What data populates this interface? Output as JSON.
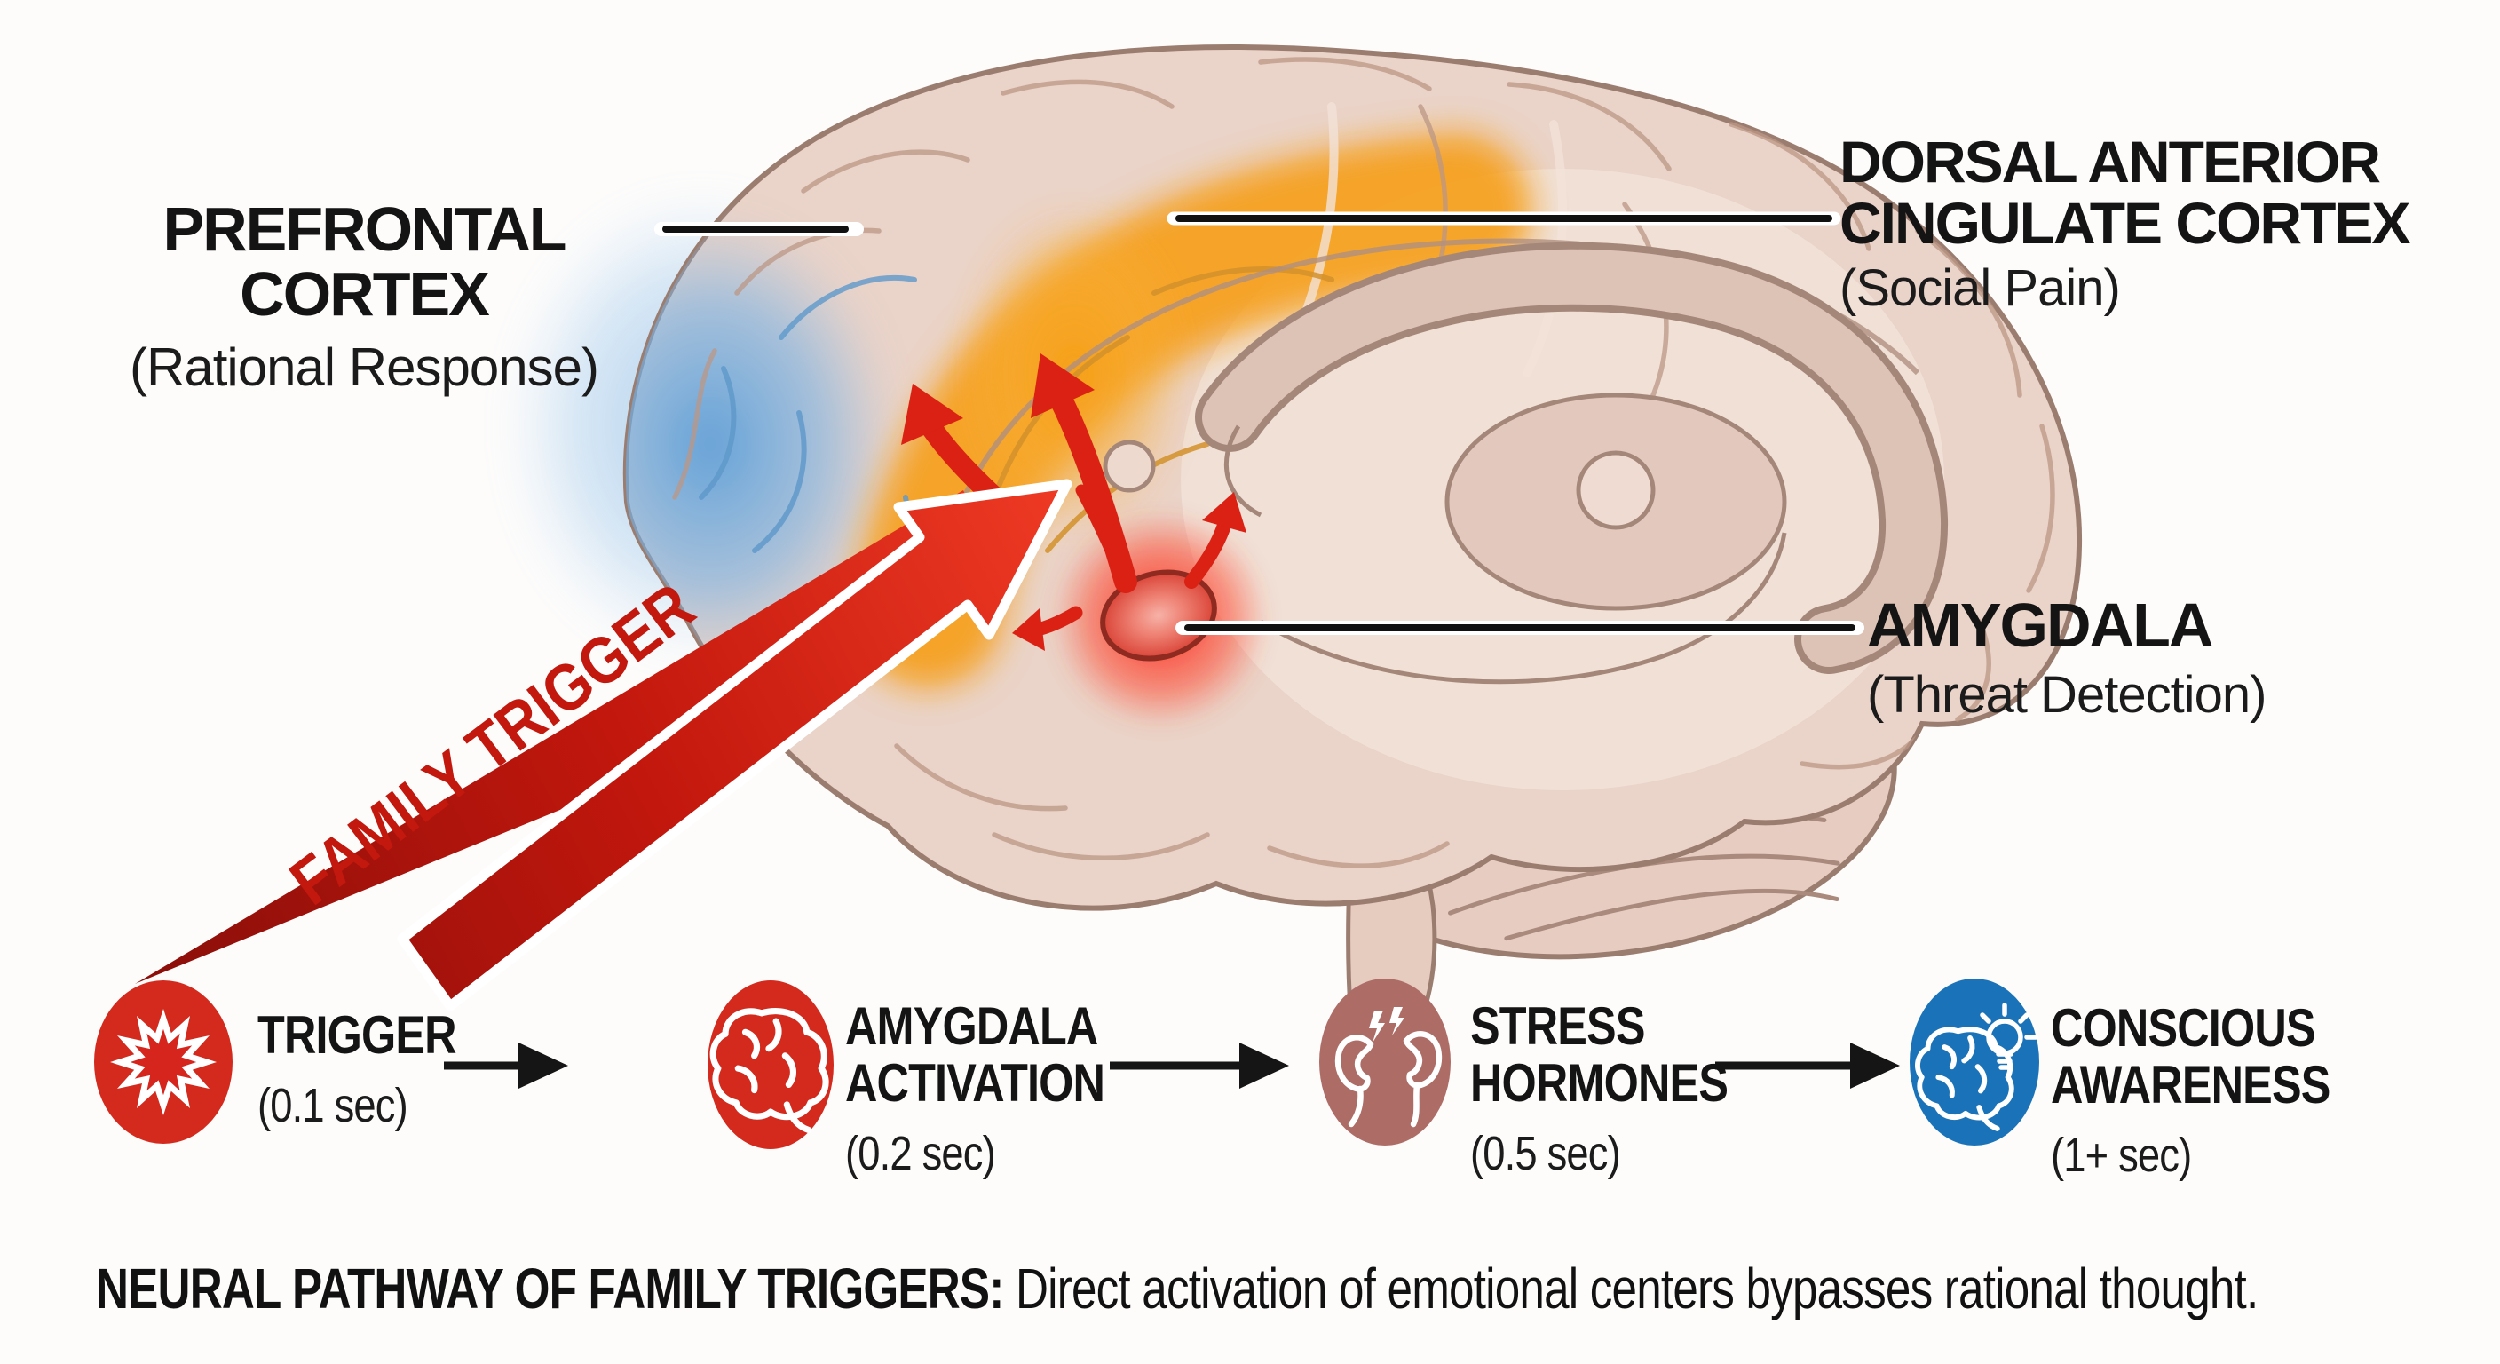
{
  "background": "#fdfcfb",
  "labels": {
    "pfc": {
      "title": "PREFRONTAL CORTEX",
      "subtitle": "(Rational Response)"
    },
    "dacc": {
      "line1": "DORSAL ANTERIOR",
      "line2": "CINGULATE CORTEX",
      "subtitle": "(Social Pain)"
    },
    "amygdala": {
      "title": "AMYGDALA",
      "subtitle": "(Threat Detection)"
    }
  },
  "bolt": {
    "label": "FAMILY TRIGGER",
    "color": "#c2180e"
  },
  "timeline": {
    "steps": [
      {
        "title": "TRIGGER",
        "time": "(0.1 sec)",
        "icon": "starburst-icon",
        "circle_color": "#d42a1e"
      },
      {
        "title": "AMYGDALA",
        "title2": "ACTIVATION",
        "time": "(0.2 sec)",
        "icon": "brain-icon",
        "circle_color": "#d42a1e"
      },
      {
        "title": "STRESS",
        "title2": "HORMONES",
        "time": "(0.5 sec)",
        "icon": "kidneys-icon",
        "circle_color": "#ad6d66"
      },
      {
        "title": "CONSCIOUS",
        "title2": "AWARENESS",
        "time": "(1+ sec)",
        "icon": "brain-lightbulb-icon",
        "circle_color": "#1a73b8"
      }
    ]
  },
  "caption": {
    "bold": "NEURAL PATHWAY OF FAMILY TRIGGERS:",
    "rest": " Direct activation of emotional centers bypasses rational thought."
  },
  "region_colors": {
    "prefrontal_highlight": "#5f9fd6",
    "cingulate_highlight": "#f5a01c",
    "amygdala_highlight": "#e8392a"
  }
}
